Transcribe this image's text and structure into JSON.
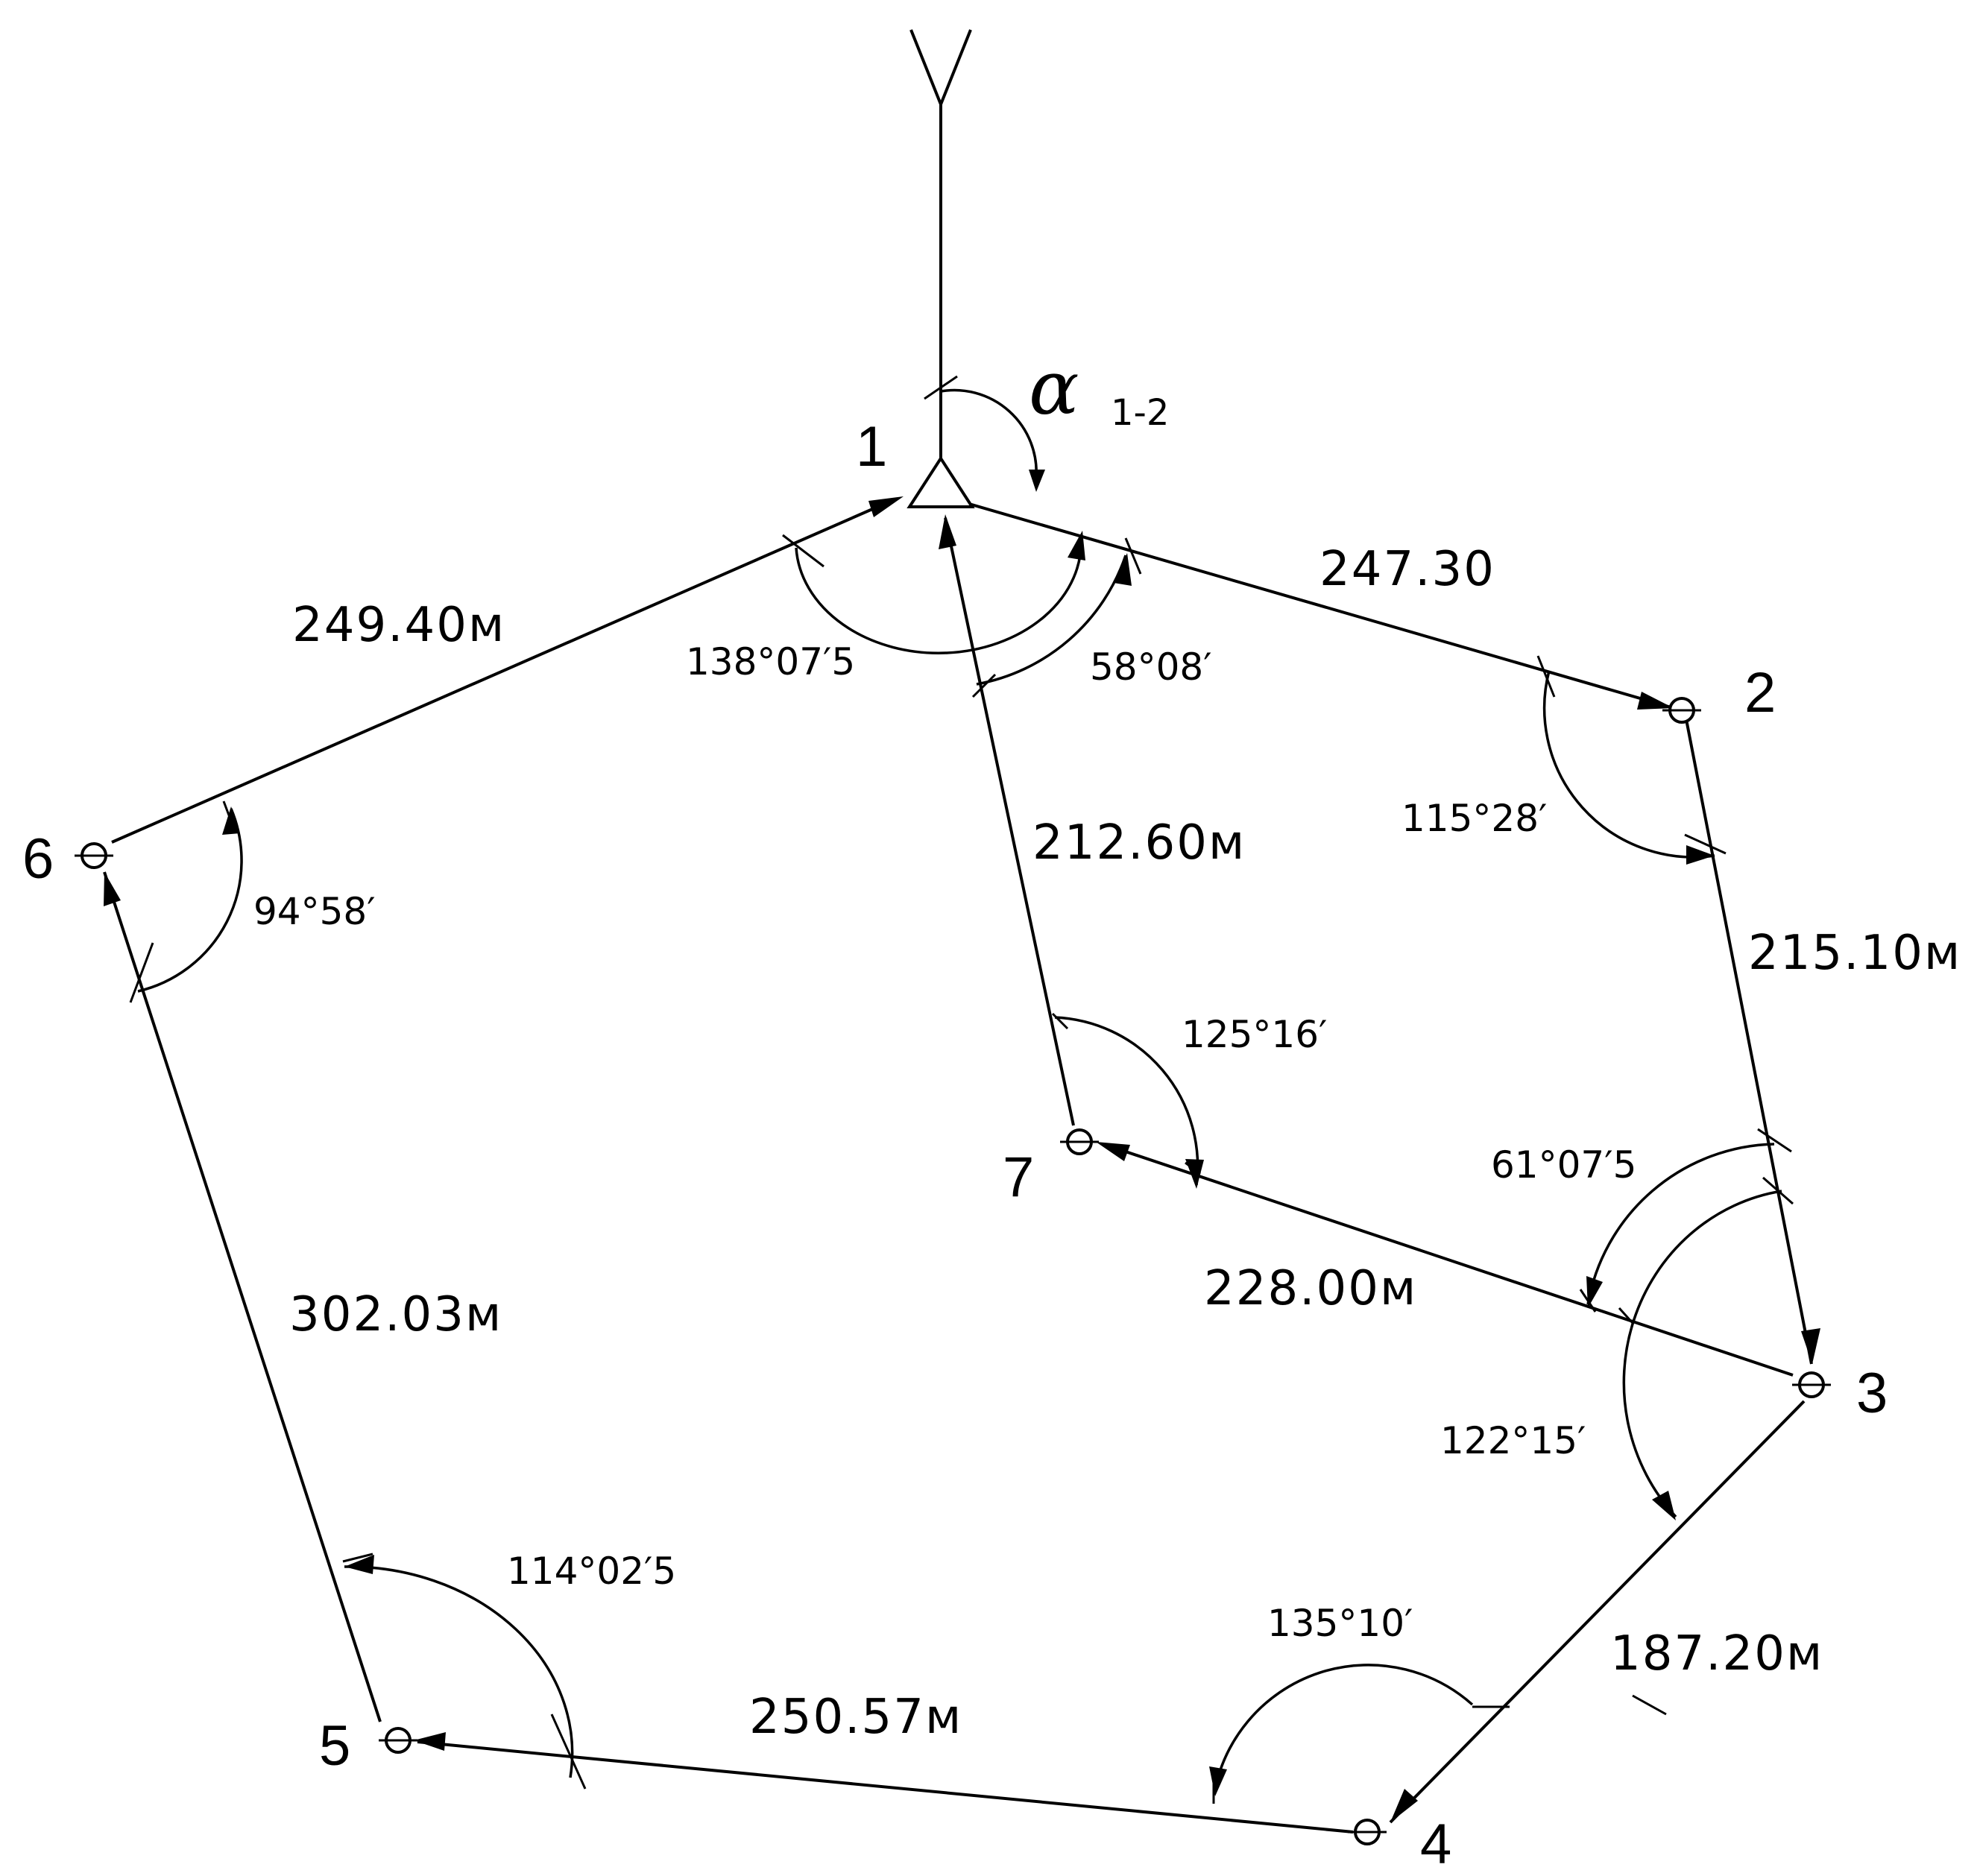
{
  "points": [
    {
      "id": "p1",
      "label": "1"
    },
    {
      "id": "p2",
      "label": "2"
    },
    {
      "id": "p3",
      "label": "3"
    },
    {
      "id": "p4",
      "label": "4"
    },
    {
      "id": "p5",
      "label": "5"
    },
    {
      "id": "p6",
      "label": "6"
    },
    {
      "id": "p7",
      "label": "7"
    }
  ],
  "distances": {
    "d_1_2": "247.30",
    "d_2_3": "215.10м",
    "d_3_4": "187.20м",
    "d_4_5": "250.57м",
    "d_5_6": "302.03м",
    "d_6_1": "249.40м",
    "d_3_7": "228.00м",
    "d_7_1": "212.60м"
  },
  "angles": {
    "a1_main": "138°07′5",
    "a1_diag": "58°08′",
    "a2": "115°28′",
    "a3_diag": "61°07′5",
    "a3_main": "122°15′",
    "a4": "135°10′",
    "a5": "114°02′5",
    "a6": "94°58′",
    "a7": "125°16′"
  },
  "azimuth": {
    "symbol": "α",
    "subscript": "1-2"
  },
  "colors": {
    "ink": "#000000",
    "background": "#ffffff"
  }
}
